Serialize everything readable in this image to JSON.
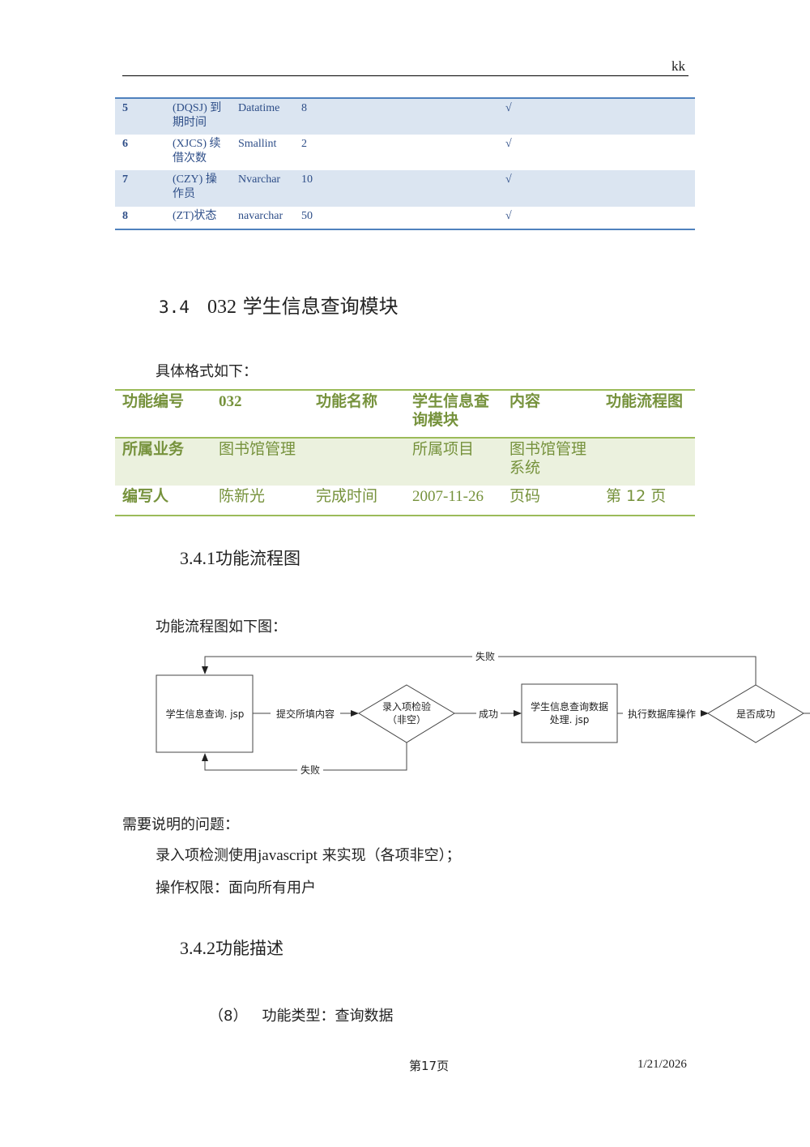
{
  "header": {
    "text": "kk"
  },
  "field_table": {
    "rows": [
      {
        "no": "5",
        "field_line1": "(DQSJ) 到",
        "field_line2": "期时间",
        "type": "Datatime",
        "length": "8",
        "check": "√"
      },
      {
        "no": "6",
        "field_line1": "(XJCS) 续",
        "field_line2": "借次数",
        "type": "Smallint",
        "length": "2",
        "check": "√"
      },
      {
        "no": "7",
        "field_line1": "(CZY)  操",
        "field_line2": "作员",
        "type": "Nvarchar",
        "length": "10",
        "check": "√"
      },
      {
        "no": "8",
        "field_line1": "(ZT)状态",
        "field_line2": "",
        "type": "navarchar",
        "length": "50",
        "check": "√"
      }
    ]
  },
  "section": {
    "number": "3.4",
    "code": "032",
    "title": "学生信息查询模块"
  },
  "intro": "具体格式如下：",
  "info_table": {
    "row1": {
      "c0": "功能编号",
      "c1": "032",
      "c2": "功能名称",
      "c3a": "学生信息查",
      "c3b": "询模块",
      "c4": "内容",
      "c5": "功能流程图"
    },
    "row2": {
      "c0": "所属业务",
      "c1": "图书馆管理",
      "c3": "所属项目",
      "c4a": "图书馆管理",
      "c4b": "系统"
    },
    "row3": {
      "c0": "编写人",
      "c1": "陈新光",
      "c2": "完成时间",
      "c3": "2007-11-26",
      "c4": "页码",
      "c5": "第 12 页"
    }
  },
  "sub1": {
    "number": "3.4.1",
    "title": "功能流程图"
  },
  "flow_intro": "功能流程图如下图：",
  "flowchart": {
    "box1": "学生信息查询. jsp",
    "arrow1": "提交所填内容",
    "diamond1_line1": "录入项检验",
    "diamond1_line2": "（非空）",
    "arrow2": "成功",
    "box2_line1": "学生信息查询数据",
    "box2_line2": "处理. jsp",
    "arrow3": "执行数据库操作",
    "diamond2": "是否成功",
    "fail_top": "失败",
    "fail_bottom": "失败"
  },
  "notes": {
    "title": "需要说明的问题：",
    "line1_pre": "录入项检测使用",
    "line1_latin": "javascript",
    "line1_post": " 来实现（各项非空）；",
    "line2": "操作权限：面向所有用户"
  },
  "sub2": {
    "number": "3.4.2",
    "title": "功能描述"
  },
  "item": {
    "marker": "（8）",
    "text": "功能类型：查询数据"
  },
  "footer": {
    "page": "第17页",
    "date": "1/21/2026"
  }
}
